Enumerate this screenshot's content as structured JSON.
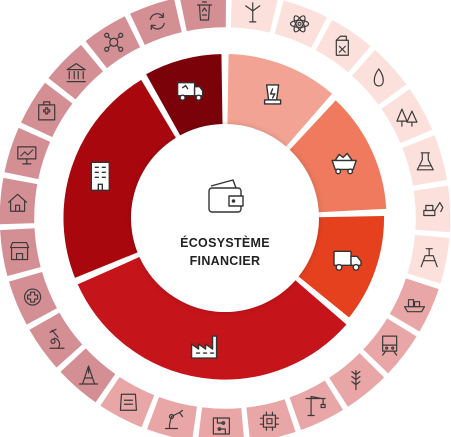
{
  "center": {
    "line1": "ÉCOSYSTÈME",
    "line2": "FINANCIER",
    "icon": "wallet-icon"
  },
  "inner_ring": [
    {
      "name": "energy",
      "icon": "power-plant-icon",
      "color": "#f3a394"
    },
    {
      "name": "mining",
      "icon": "mine-cart-icon",
      "color": "#ef7a5d"
    },
    {
      "name": "transport",
      "icon": "truck-icon",
      "color": "#e5411f"
    },
    {
      "name": "industry",
      "icon": "factory-icon",
      "color": "#c5141a"
    },
    {
      "name": "services",
      "icon": "office-building-icon",
      "color": "#a8070d"
    },
    {
      "name": "waste",
      "icon": "recycling-truck-icon",
      "color": "#7c020a"
    }
  ],
  "outer_ring": [
    {
      "icon": "wind-turbine-icon"
    },
    {
      "icon": "atom-icon"
    },
    {
      "icon": "fuel-can-icon"
    },
    {
      "icon": "oil-drop-icon"
    },
    {
      "icon": "forest-icon"
    },
    {
      "icon": "chemistry-flask-icon"
    },
    {
      "icon": "excavator-icon"
    },
    {
      "icon": "oil-platform-icon"
    },
    {
      "icon": "cargo-ship-icon"
    },
    {
      "icon": "train-icon"
    },
    {
      "icon": "wheat-icon"
    },
    {
      "icon": "crane-icon"
    },
    {
      "icon": "microchip-icon"
    },
    {
      "icon": "circuit-board-icon"
    },
    {
      "icon": "robot-arm-icon"
    },
    {
      "icon": "cement-bag-icon"
    },
    {
      "icon": "drilling-rig-icon"
    },
    {
      "icon": "microscope-icon"
    },
    {
      "icon": "medical-icon"
    },
    {
      "icon": "shop-icon"
    },
    {
      "icon": "house-icon"
    },
    {
      "icon": "presentation-board-icon"
    },
    {
      "icon": "hospital-icon"
    },
    {
      "icon": "bank-icon"
    },
    {
      "icon": "network-icon"
    },
    {
      "icon": "recycle-icon"
    },
    {
      "icon": "recycle-bin-icon"
    }
  ],
  "colors": {
    "outer_light": "#fbe0db",
    "outer_mid": "#e9a6a6",
    "outer_dark": "#d48f94",
    "center_fill": "#ffffff",
    "gap": "#ffffff"
  }
}
